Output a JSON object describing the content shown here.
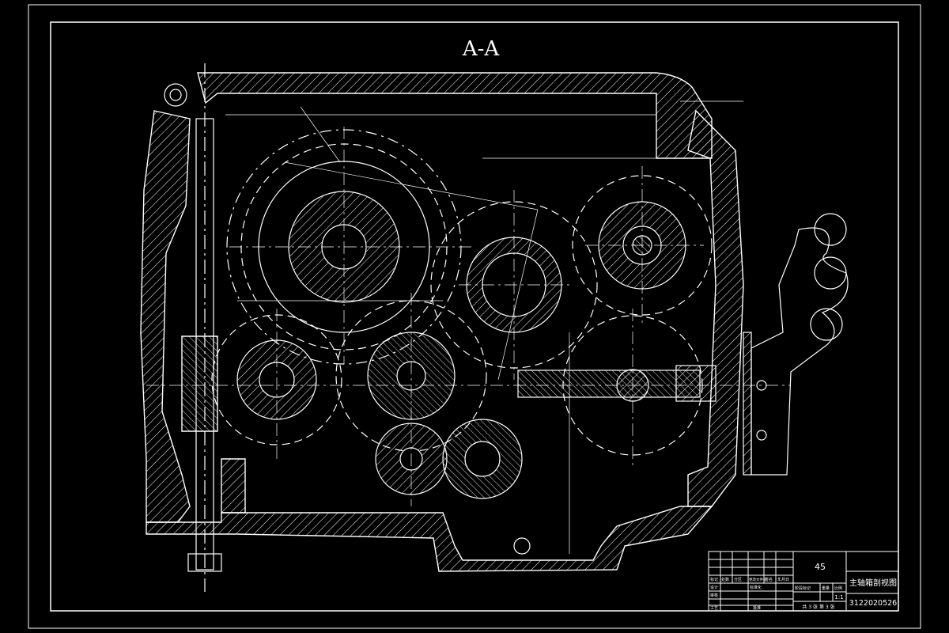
{
  "drawing": {
    "section_label": "A-A",
    "colors": {
      "background": "#000000",
      "line": "#ffffff"
    }
  },
  "title_block": {
    "material": "45",
    "drawing_title": "主轴箱剖视图",
    "drawing_number": "3122020526",
    "scale": "1:1",
    "sheet_info": "共 3 张  第 3 张",
    "headers": [
      "标记",
      "处数",
      "分区",
      "更改文件号",
      "签名",
      "年月日"
    ],
    "stage_headers": [
      "阶段标记",
      "重量",
      "比例"
    ],
    "roles": [
      "设计",
      "审核",
      "工艺"
    ],
    "std_label": "标准化",
    "approve_label": "批准"
  }
}
